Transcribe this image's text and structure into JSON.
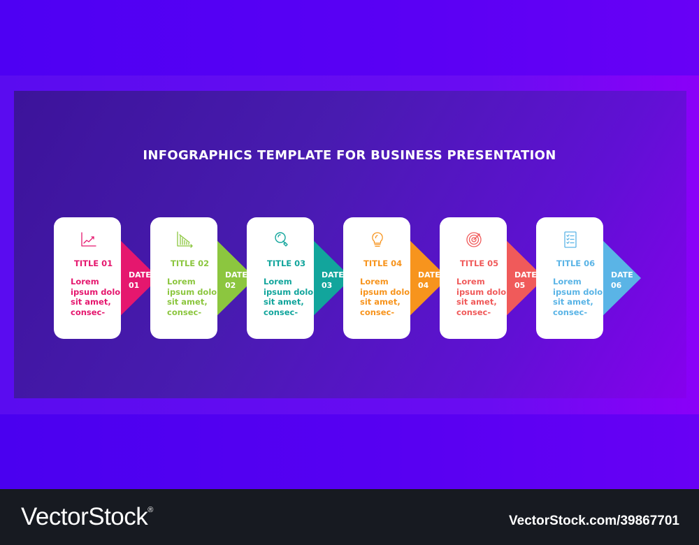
{
  "heading": "INFOGRAPHICS TEMPLATE FOR BUSINESS PRESENTATION",
  "steps": [
    {
      "title": "TITLE 01",
      "date": "DATE 01",
      "body": "Lorem ipsum dolor sit amet, consec-",
      "color": "#e5176e",
      "icon": "line-chart-icon"
    },
    {
      "title": "TITLE 02",
      "date": "DATE 02",
      "body": "Lorem ipsum dolor sit amet, consec-",
      "color": "#8cc63f",
      "icon": "declining-bar-chart-icon"
    },
    {
      "title": "TITLE 03",
      "date": "DATE 03",
      "body": "Lorem ipsum dolor sit amet, consec-",
      "color": "#12a59c",
      "icon": "magnifier-icon"
    },
    {
      "title": "TITLE 04",
      "date": "DATE 04",
      "body": "Lorem ipsum dolor sit amet, consec-",
      "color": "#f7941d",
      "icon": "lightbulb-icon"
    },
    {
      "title": "TITLE 05",
      "date": "DATE 05",
      "body": "Lorem ipsum dolor sit amet, consec-",
      "color": "#f05a5a",
      "icon": "target-icon"
    },
    {
      "title": "TITLE 06",
      "date": "DATE 06",
      "body": "Lorem ipsum dolor sit amet, consec-",
      "color": "#5ab4e6",
      "icon": "checklist-icon"
    }
  ],
  "footer": {
    "brand": "VectorStock",
    "registered": "®",
    "image_id": "VectorStock.com/39867701"
  }
}
